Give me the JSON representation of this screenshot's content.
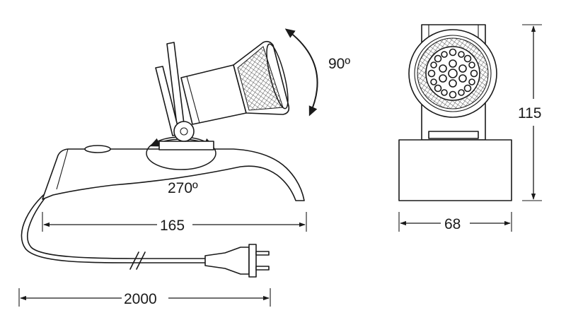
{
  "labels": {
    "tilt_angle": "90º",
    "swivel_angle": "270º",
    "base_length": "165",
    "cable_length": "2000",
    "width": "68",
    "height": "115"
  }
}
